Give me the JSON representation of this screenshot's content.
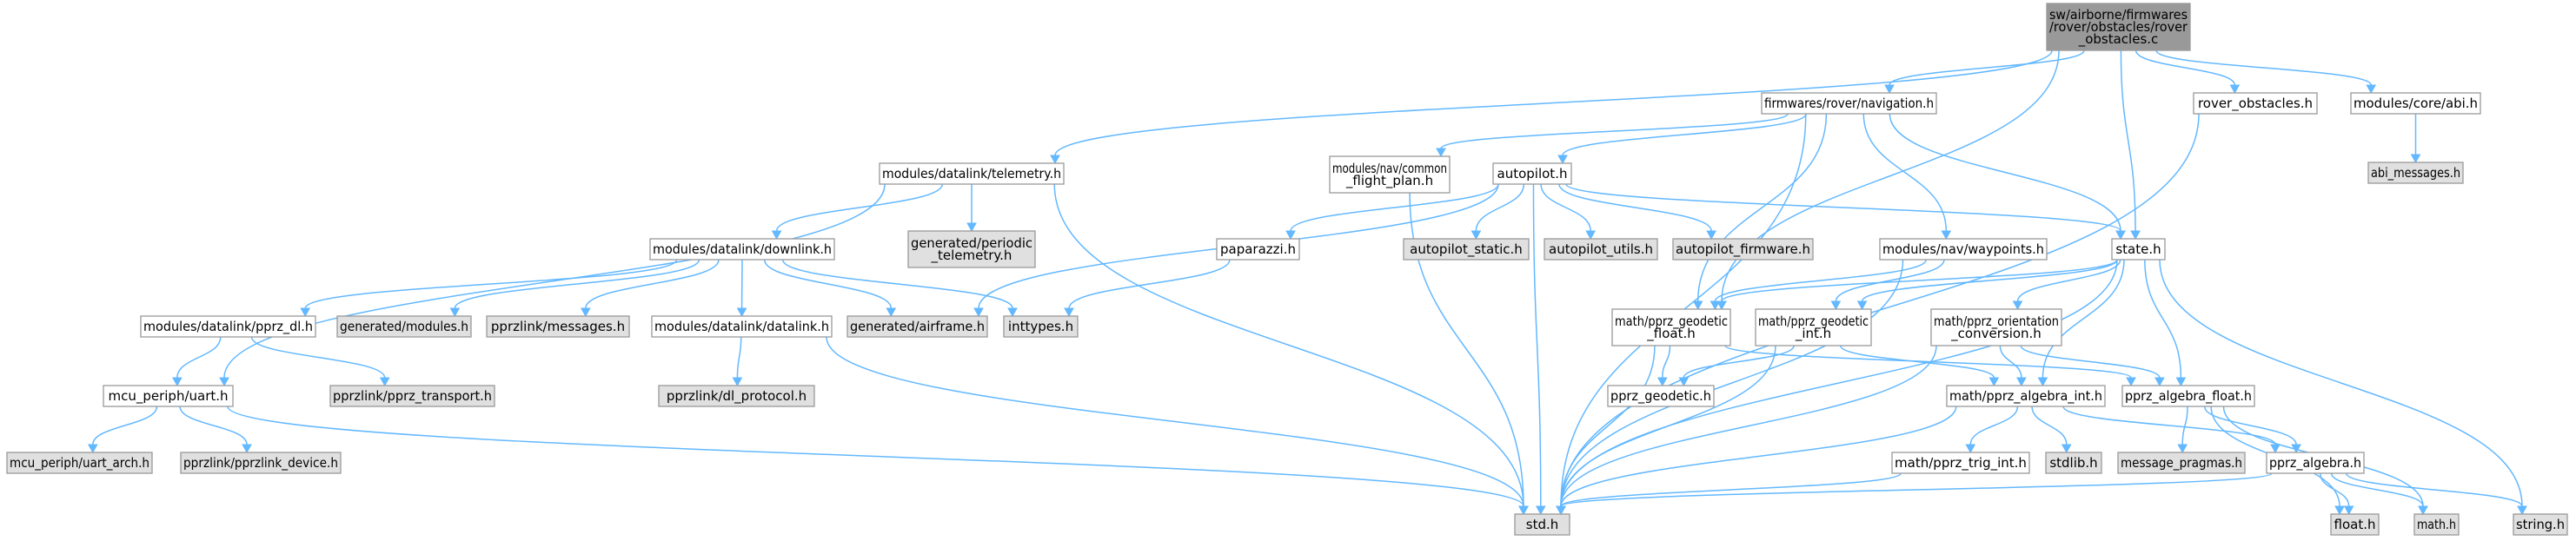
{
  "colors": {
    "root_fill": "#999999",
    "file_fill": "#ffffff",
    "system_fill": "#e0e0e0",
    "border": "#999999",
    "edge": "#63b8ff"
  },
  "nodes": {
    "root": {
      "lines": [
        "sw/airborne/firmwares",
        "/rover/obstacles/rover",
        "_obstacles.c"
      ],
      "kind": "root"
    },
    "nav": {
      "lines": [
        "firmwares/rover/navigation.h"
      ],
      "kind": "file"
    },
    "rover_obstacles": {
      "lines": [
        "rover_obstacles.h"
      ],
      "kind": "file"
    },
    "abi": {
      "lines": [
        "modules/core/abi.h"
      ],
      "kind": "file"
    },
    "abi_messages": {
      "lines": [
        "abi_messages.h"
      ],
      "kind": "system"
    },
    "telemetry": {
      "lines": [
        "modules/datalink/telemetry.h"
      ],
      "kind": "file"
    },
    "common_fp": {
      "lines": [
        "modules/nav/common",
        "_flight_plan.h"
      ],
      "kind": "file"
    },
    "autopilot": {
      "lines": [
        "autopilot.h"
      ],
      "kind": "file"
    },
    "gen_periodic": {
      "lines": [
        "generated/periodic",
        "_telemetry.h"
      ],
      "kind": "system"
    },
    "downlink": {
      "lines": [
        "modules/datalink/downlink.h"
      ],
      "kind": "file"
    },
    "paparazzi": {
      "lines": [
        "paparazzi.h"
      ],
      "kind": "file"
    },
    "ap_static": {
      "lines": [
        "autopilot_static.h"
      ],
      "kind": "system"
    },
    "ap_utils": {
      "lines": [
        "autopilot_utils.h"
      ],
      "kind": "system"
    },
    "ap_firmware": {
      "lines": [
        "autopilot_firmware.h"
      ],
      "kind": "system"
    },
    "waypoints": {
      "lines": [
        "modules/nav/waypoints.h"
      ],
      "kind": "file"
    },
    "state": {
      "lines": [
        "state.h"
      ],
      "kind": "file"
    },
    "pprz_dl": {
      "lines": [
        "modules/datalink/pprz_dl.h"
      ],
      "kind": "file"
    },
    "gen_modules": {
      "lines": [
        "generated/modules.h"
      ],
      "kind": "system"
    },
    "pprzlink_msgs": {
      "lines": [
        "pprzlink/messages.h"
      ],
      "kind": "system"
    },
    "datalink": {
      "lines": [
        "modules/datalink/datalink.h"
      ],
      "kind": "file"
    },
    "gen_airframe": {
      "lines": [
        "generated/airframe.h"
      ],
      "kind": "system"
    },
    "inttypes": {
      "lines": [
        "inttypes.h"
      ],
      "kind": "system"
    },
    "geo_float": {
      "lines": [
        "math/pprz_geodetic",
        "_float.h"
      ],
      "kind": "file"
    },
    "geo_int": {
      "lines": [
        "math/pprz_geodetic",
        "_int.h"
      ],
      "kind": "file"
    },
    "orient": {
      "lines": [
        "math/pprz_orientation",
        "_conversion.h"
      ],
      "kind": "file"
    },
    "uart": {
      "lines": [
        "mcu_periph/uart.h"
      ],
      "kind": "file"
    },
    "pprz_transport": {
      "lines": [
        "pprzlink/pprz_transport.h"
      ],
      "kind": "system"
    },
    "dl_protocol": {
      "lines": [
        "pprzlink/dl_protocol.h"
      ],
      "kind": "system"
    },
    "pprz_geodetic": {
      "lines": [
        "pprz_geodetic.h"
      ],
      "kind": "file"
    },
    "alg_int": {
      "lines": [
        "math/pprz_algebra_int.h"
      ],
      "kind": "file"
    },
    "alg_float": {
      "lines": [
        "pprz_algebra_float.h"
      ],
      "kind": "file"
    },
    "uart_arch": {
      "lines": [
        "mcu_periph/uart_arch.h"
      ],
      "kind": "system"
    },
    "pprzlink_dev": {
      "lines": [
        "pprzlink/pprzlink_device.h"
      ],
      "kind": "system"
    },
    "trig_int": {
      "lines": [
        "math/pprz_trig_int.h"
      ],
      "kind": "file"
    },
    "stdlib": {
      "lines": [
        "stdlib.h"
      ],
      "kind": "system"
    },
    "msg_pragmas": {
      "lines": [
        "message_pragmas.h"
      ],
      "kind": "system"
    },
    "pprz_algebra": {
      "lines": [
        "pprz_algebra.h"
      ],
      "kind": "file"
    },
    "std": {
      "lines": [
        "std.h"
      ],
      "kind": "system"
    },
    "float_h": {
      "lines": [
        "float.h"
      ],
      "kind": "system"
    },
    "math_h": {
      "lines": [
        "math.h"
      ],
      "kind": "system"
    },
    "string_h": {
      "lines": [
        "string.h"
      ],
      "kind": "system"
    }
  },
  "edges": [
    [
      "root",
      "nav"
    ],
    [
      "root",
      "rover_obstacles"
    ],
    [
      "root",
      "abi"
    ],
    [
      "root",
      "telemetry"
    ],
    [
      "root",
      "state"
    ],
    [
      "root",
      "geo_float"
    ],
    [
      "abi",
      "abi_messages"
    ],
    [
      "rover_obstacles",
      "std"
    ],
    [
      "nav",
      "common_fp"
    ],
    [
      "nav",
      "autopilot"
    ],
    [
      "nav",
      "waypoints"
    ],
    [
      "nav",
      "state"
    ],
    [
      "nav",
      "geo_float"
    ],
    [
      "nav",
      "std"
    ],
    [
      "telemetry",
      "downlink"
    ],
    [
      "telemetry",
      "gen_periodic"
    ],
    [
      "telemetry",
      "uart"
    ],
    [
      "telemetry",
      "std"
    ],
    [
      "common_fp",
      "std"
    ],
    [
      "autopilot",
      "paparazzi"
    ],
    [
      "autopilot",
      "ap_static"
    ],
    [
      "autopilot",
      "ap_utils"
    ],
    [
      "autopilot",
      "ap_firmware"
    ],
    [
      "autopilot",
      "state"
    ],
    [
      "autopilot",
      "gen_airframe"
    ],
    [
      "autopilot",
      "std"
    ],
    [
      "paparazzi",
      "inttypes"
    ],
    [
      "downlink",
      "pprz_dl"
    ],
    [
      "downlink",
      "gen_modules"
    ],
    [
      "downlink",
      "pprzlink_msgs"
    ],
    [
      "downlink",
      "datalink"
    ],
    [
      "downlink",
      "gen_airframe"
    ],
    [
      "downlink",
      "inttypes"
    ],
    [
      "pprz_dl",
      "uart"
    ],
    [
      "pprz_dl",
      "pprz_transport"
    ],
    [
      "datalink",
      "dl_protocol"
    ],
    [
      "datalink",
      "std"
    ],
    [
      "uart",
      "uart_arch"
    ],
    [
      "uart",
      "pprzlink_dev"
    ],
    [
      "uart",
      "std"
    ],
    [
      "waypoints",
      "geo_float"
    ],
    [
      "waypoints",
      "geo_int"
    ],
    [
      "waypoints",
      "std"
    ],
    [
      "state",
      "geo_float"
    ],
    [
      "state",
      "geo_int"
    ],
    [
      "state",
      "orient"
    ],
    [
      "state",
      "alg_int"
    ],
    [
      "state",
      "alg_float"
    ],
    [
      "state",
      "std"
    ],
    [
      "state",
      "string_h"
    ],
    [
      "geo_float",
      "pprz_geodetic"
    ],
    [
      "geo_float",
      "alg_float"
    ],
    [
      "geo_float",
      "std"
    ],
    [
      "geo_int",
      "pprz_geodetic"
    ],
    [
      "geo_int",
      "alg_int"
    ],
    [
      "geo_int",
      "std"
    ],
    [
      "orient",
      "alg_int"
    ],
    [
      "orient",
      "alg_float"
    ],
    [
      "orient",
      "std"
    ],
    [
      "alg_int",
      "trig_int"
    ],
    [
      "alg_int",
      "stdlib"
    ],
    [
      "alg_int",
      "pprz_algebra"
    ],
    [
      "alg_int",
      "std"
    ],
    [
      "trig_int",
      "std"
    ],
    [
      "alg_float",
      "msg_pragmas"
    ],
    [
      "alg_float",
      "pprz_algebra"
    ],
    [
      "alg_float",
      "float_h"
    ],
    [
      "alg_float",
      "math_h"
    ],
    [
      "pprz_algebra",
      "std"
    ],
    [
      "pprz_algebra",
      "float_h"
    ],
    [
      "pprz_algebra",
      "math_h"
    ],
    [
      "pprz_algebra",
      "string_h"
    ]
  ]
}
